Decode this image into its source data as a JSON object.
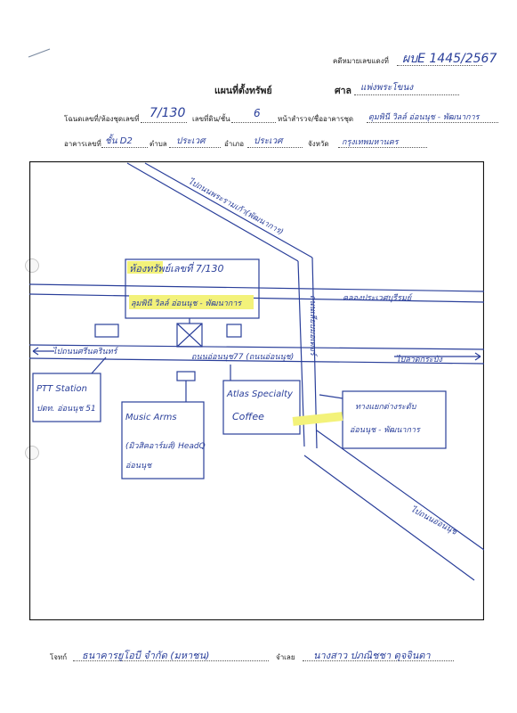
{
  "header": {
    "case_label": "คดีหมายเลขแดงที่",
    "case_value": "ผบE 1445/2567",
    "title": "แผนที่ตั้งทรัพย์",
    "court_label": "ศาล",
    "court_value": "แพ่งพระโขนง"
  },
  "fields": {
    "unit_label": "โฉนดเลขที่/ห้องชุดเลขที่",
    "unit_value": "7/130",
    "floor_label": "เลขที่ดิน/ชั้น",
    "floor_value": "6",
    "survey_label": "หน้าสำรวจ/ชื่ออาคารชุด",
    "survey_value": "ดุมพินี วิลล์ อ่อนนุช - พัฒนาการ",
    "building_label": "อาคารเลขที่",
    "building_value": "ชั้น D2",
    "subdistrict_label": "ตำบล",
    "subdistrict_value": "ประเวศ",
    "district_label": "อำเภอ",
    "district_value": "ประเวศ",
    "province_label": "จังหวัด",
    "province_value": "กรุงเทพมหานคร"
  },
  "map": {
    "road_diag_top": "ไปถนนพระรามเก้า(พัฒนาการ)",
    "property_label": "ห้องทรัพย์เลขที่ 7/130",
    "property_building": "ลุมพินี วิลล์ อ่อนนุช - พัฒนาการ",
    "canal": "คลองประเวศบุรีรมย์",
    "vertical_road": "ถนนเลียบมอเตอร์",
    "road_left": "ไปถนนศรีนครินทร์",
    "road_main": "ถนนอ่อนนุช77 (ถนนอ่อนนุช)",
    "road_right": "ไปลาดกระบัง",
    "ptt_line1": "PTT Station",
    "ptt_line2": "ปตท. อ่อนนุช 51",
    "music_line1": "Music Arms",
    "music_line2": "(มิวสิคอาร์มส์) HeadQ",
    "music_line3": "อ่อนนุช",
    "atlas_line1": "Atlas Specialty",
    "atlas_line2": "Coffee",
    "junction_line1": "ทางแยกต่างระดับ",
    "junction_line2": "อ่อนนุช - พัฒนาการ",
    "road_diag_bottom": "ไปถนนอ่อนนุช"
  },
  "footer": {
    "plaintiff_label": "โจทก์",
    "plaintiff_value": "ธนาคารยูโอบี จำกัด (มหาชน)",
    "defendant_label": "จำเลย",
    "defendant_value": "นางสาว ปภณิชชา ดุจจินดา"
  }
}
